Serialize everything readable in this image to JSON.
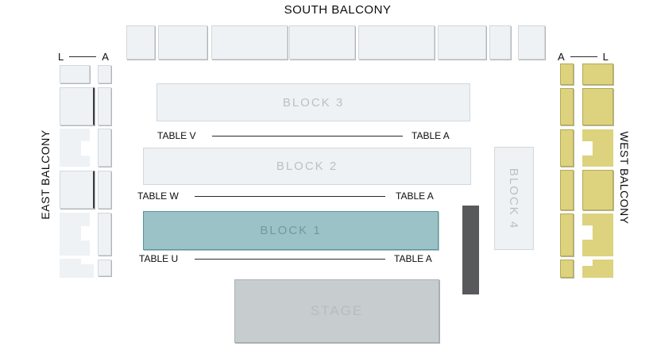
{
  "colors": {
    "pale_fill": "#eef2f5",
    "pale_border": "#d2d8db",
    "yellow_fill": "#ddd27e",
    "yellow_border": "#b4aa55",
    "teal_fill": "#9bc2c6",
    "teal_border": "#55959c",
    "teal_text": "#6f9aa0",
    "block_text": "#b9c1c5",
    "stage_fill": "#c7cccf",
    "stage_border": "#aab0b3",
    "stage_text": "#b6bcbf",
    "dark_bar": "#58595b",
    "line": "#2b2b2b",
    "label_text": "#0c0c0c"
  },
  "south_balcony": {
    "label": "SOUTH BALCONY",
    "section_count": 8
  },
  "east_balcony": {
    "label": "EAST BALCONY",
    "row_from": "L",
    "row_to": "A"
  },
  "west_balcony": {
    "label": "WEST BALCONY",
    "row_from": "A",
    "row_to": "L"
  },
  "blocks": {
    "block1": {
      "label": "BLOCK 1"
    },
    "block2": {
      "label": "BLOCK 2"
    },
    "block3": {
      "label": "BLOCK 3"
    },
    "block4": {
      "label": "BLOCK 4"
    }
  },
  "stage": {
    "label": "STAGE"
  },
  "table_rows": {
    "v": {
      "left": "TABLE V",
      "right": "TABLE A"
    },
    "w": {
      "left": "TABLE W",
      "right": "TABLE A"
    },
    "u": {
      "left": "TABLE U",
      "right": "TABLE A"
    }
  }
}
